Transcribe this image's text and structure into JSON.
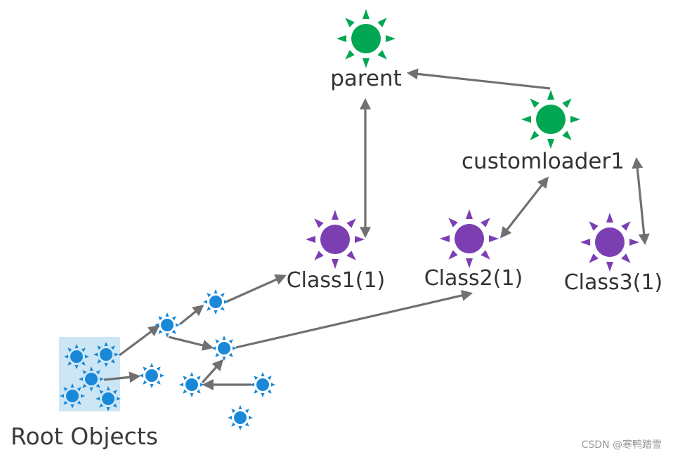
{
  "labels": {
    "parent": "parent",
    "customloader": "customloader1",
    "class1": "Class1(1)",
    "class2": "Class2(1)",
    "class3": "Class3(1)",
    "root_objects": "Root Objects",
    "watermark": "CSDN @寒鸭踏雪"
  },
  "colors": {
    "loader_green": "#00a651",
    "class_purple": "#7b3fb2",
    "object_blue": "#1a88d8",
    "arrow_gray": "#707070",
    "root_box": "#cce6f5"
  }
}
